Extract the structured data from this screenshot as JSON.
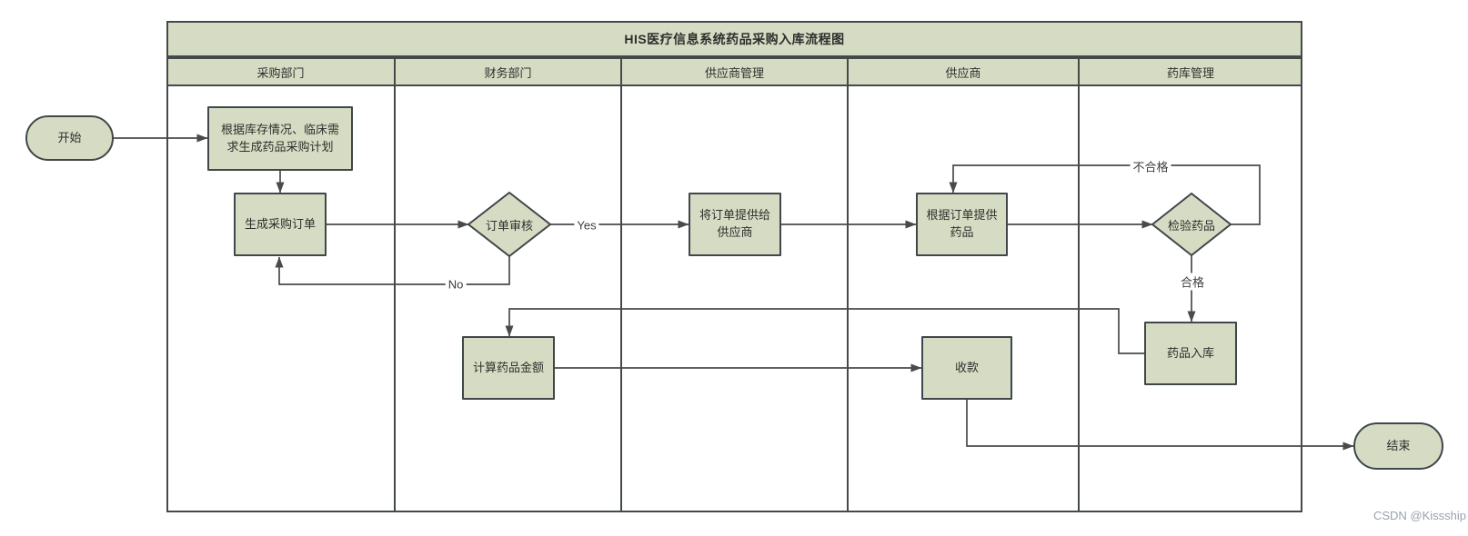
{
  "title": "HIS医疗信息系统药品采购入库流程图",
  "lanes": [
    {
      "label": "采购部门"
    },
    {
      "label": "财务部门"
    },
    {
      "label": "供应商管理"
    },
    {
      "label": "供应商"
    },
    {
      "label": "药库管理"
    }
  ],
  "nodes": {
    "start": {
      "label": "开始",
      "type": "terminator"
    },
    "plan": {
      "label": "根据库存情况、临床需求生成药品采购计划",
      "type": "process"
    },
    "create_order": {
      "label": "生成采购订单",
      "type": "process"
    },
    "review": {
      "label": "订单审核",
      "type": "decision"
    },
    "send_order": {
      "label": "将订单提供给供应商",
      "type": "process"
    },
    "provide_drugs": {
      "label": "根据订单提供药品",
      "type": "process"
    },
    "inspect": {
      "label": "检验药品",
      "type": "decision"
    },
    "stock_in": {
      "label": "药品入库",
      "type": "process"
    },
    "calc_amount": {
      "label": "计算药品金额",
      "type": "process"
    },
    "collect_payment": {
      "label": "收款",
      "type": "process"
    },
    "end": {
      "label": "结束",
      "type": "terminator"
    }
  },
  "edge_labels": {
    "yes": "Yes",
    "no": "No",
    "reject": "不合格",
    "accept": "合格"
  },
  "watermark": "CSDN @Kissship",
  "colors": {
    "node_fill": "#d6dcc3",
    "frame_border": "#44494a",
    "node_border": "#40474a",
    "line": "#4a4a4a",
    "text": "#2d2f2d",
    "watermark": "#9aa1ad"
  }
}
